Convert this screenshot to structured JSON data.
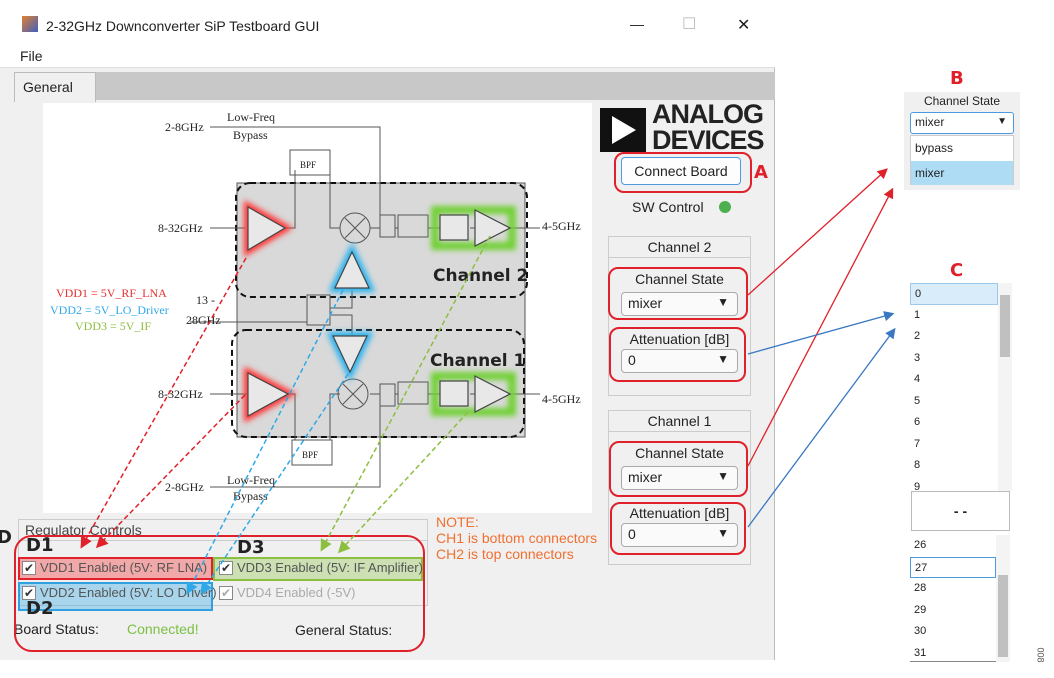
{
  "window": {
    "title": "2-32GHz Downconverter SiP Testboard GUI",
    "minimize": "—",
    "maximize": "☐",
    "close": "✕"
  },
  "menu": {
    "file": "File"
  },
  "tabs": [
    {
      "label": "General"
    }
  ],
  "logo": {
    "line1": "ANALOG",
    "line2": "DEVICES"
  },
  "controls": {
    "connect_label": "Connect Board",
    "sw_control": "SW Control",
    "sw_led_color": "#4caf50"
  },
  "channel2": {
    "title": "Channel 2",
    "state_label": "Channel State",
    "state_value": "mixer",
    "atten_label": "Attenuation [dB]",
    "atten_value": "0"
  },
  "channel1": {
    "title": "Channel 1",
    "state_label": "Channel State",
    "state_value": "mixer",
    "atten_label": "Attenuation [dB]",
    "atten_value": "0"
  },
  "regulator": {
    "title": "Regulator Controls",
    "vdd1": "VDD1 Enabled (5V: RF LNA)",
    "vdd2": "VDD2 Enabled (5V: LO Driver)",
    "vdd3": "VDD3 Enabled (5V: IF Amplifier)",
    "vdd4": "VDD4 Enabled (-5V)"
  },
  "note": {
    "l1": "NOTE:",
    "l2": "CH1 is bottom connectors",
    "l3": "CH2 is top connectors"
  },
  "status": {
    "board_label": "Board Status:",
    "board_value": "Connected!",
    "general_label": "General Status:"
  },
  "diagram": {
    "lf_in_top": "2-8GHz",
    "lowfreq": "Low-Freq",
    "bypass": "Bypass",
    "bpf": "BPF",
    "rf_in": "8-32GHz",
    "if_out": "4-5GHz",
    "ch2": "Channel 2",
    "ch1": "Channel 1",
    "lo_in_1": "13 -",
    "lo_in_2": "28GHz",
    "legend_vdd1": "VDD1 = 5V_RF_LNA",
    "legend_vdd2": "VDD2 = 5V_LO_Driver",
    "legend_vdd3": "VDD3 = 5V_IF"
  },
  "annotations": {
    "a": "A",
    "b": "B",
    "c": "C",
    "d": "D",
    "d1": "D1",
    "d2": "D2",
    "d3": "D3",
    "fig": "008"
  },
  "inset_b": {
    "title": "Channel State",
    "value": "mixer",
    "options": [
      "bypass",
      "mixer"
    ]
  },
  "inset_c": {
    "top": [
      "0",
      "1",
      "2",
      "3",
      "4",
      "5",
      "6",
      "7",
      "8",
      "9"
    ],
    "gap": "-   -",
    "bottom": [
      "26",
      "27",
      "28",
      "29",
      "30",
      "31"
    ]
  },
  "colors": {
    "red": "#e0202a",
    "blue": "#3a78c2",
    "green": "#8cbf3f",
    "note": "#f07030"
  }
}
